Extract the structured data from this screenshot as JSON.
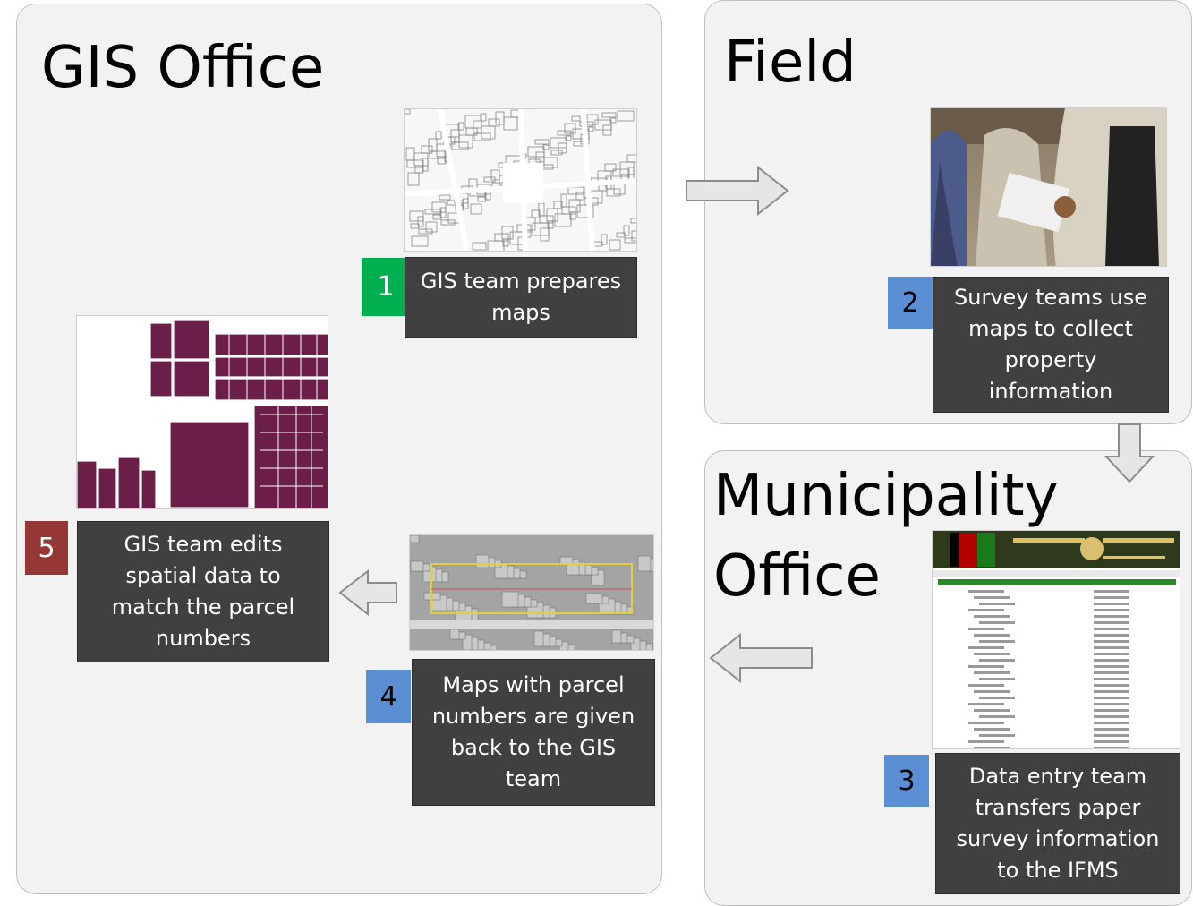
{
  "panels": {
    "gis_office": {
      "title": "GIS Office"
    },
    "field": {
      "title": "Field"
    },
    "municipality": {
      "title_line1": "Municipality",
      "title_line2": "Office"
    }
  },
  "steps": [
    {
      "number": "1",
      "text": "GIS team prepares maps",
      "badge_color": "#00b050"
    },
    {
      "number": "2",
      "text": "Survey teams use maps to collect property information",
      "badge_color": "#5b8fd4"
    },
    {
      "number": "3",
      "text": "Data entry team transfers paper survey information to the IFMS",
      "badge_color": "#5b8fd4"
    },
    {
      "number": "4",
      "text": "Maps with parcel numbers are given back to the GIS team",
      "badge_color": "#5b8fd4"
    },
    {
      "number": "5",
      "text": "GIS team edits spatial data to match the parcel numbers",
      "badge_color": "#953735"
    }
  ],
  "colors": {
    "panel_bg": "#f2f2f2",
    "caption_bg": "#404040",
    "parcel_fill": "#6b1e47",
    "arrow_fill": "#e6e6e6"
  },
  "images": {
    "map": "street-map-image",
    "field_photo": "field-survey-photo",
    "form": "ifms-form-screenshot",
    "aerial": "aerial-parcel-map-image",
    "parcels": "edited-parcel-map-image"
  }
}
